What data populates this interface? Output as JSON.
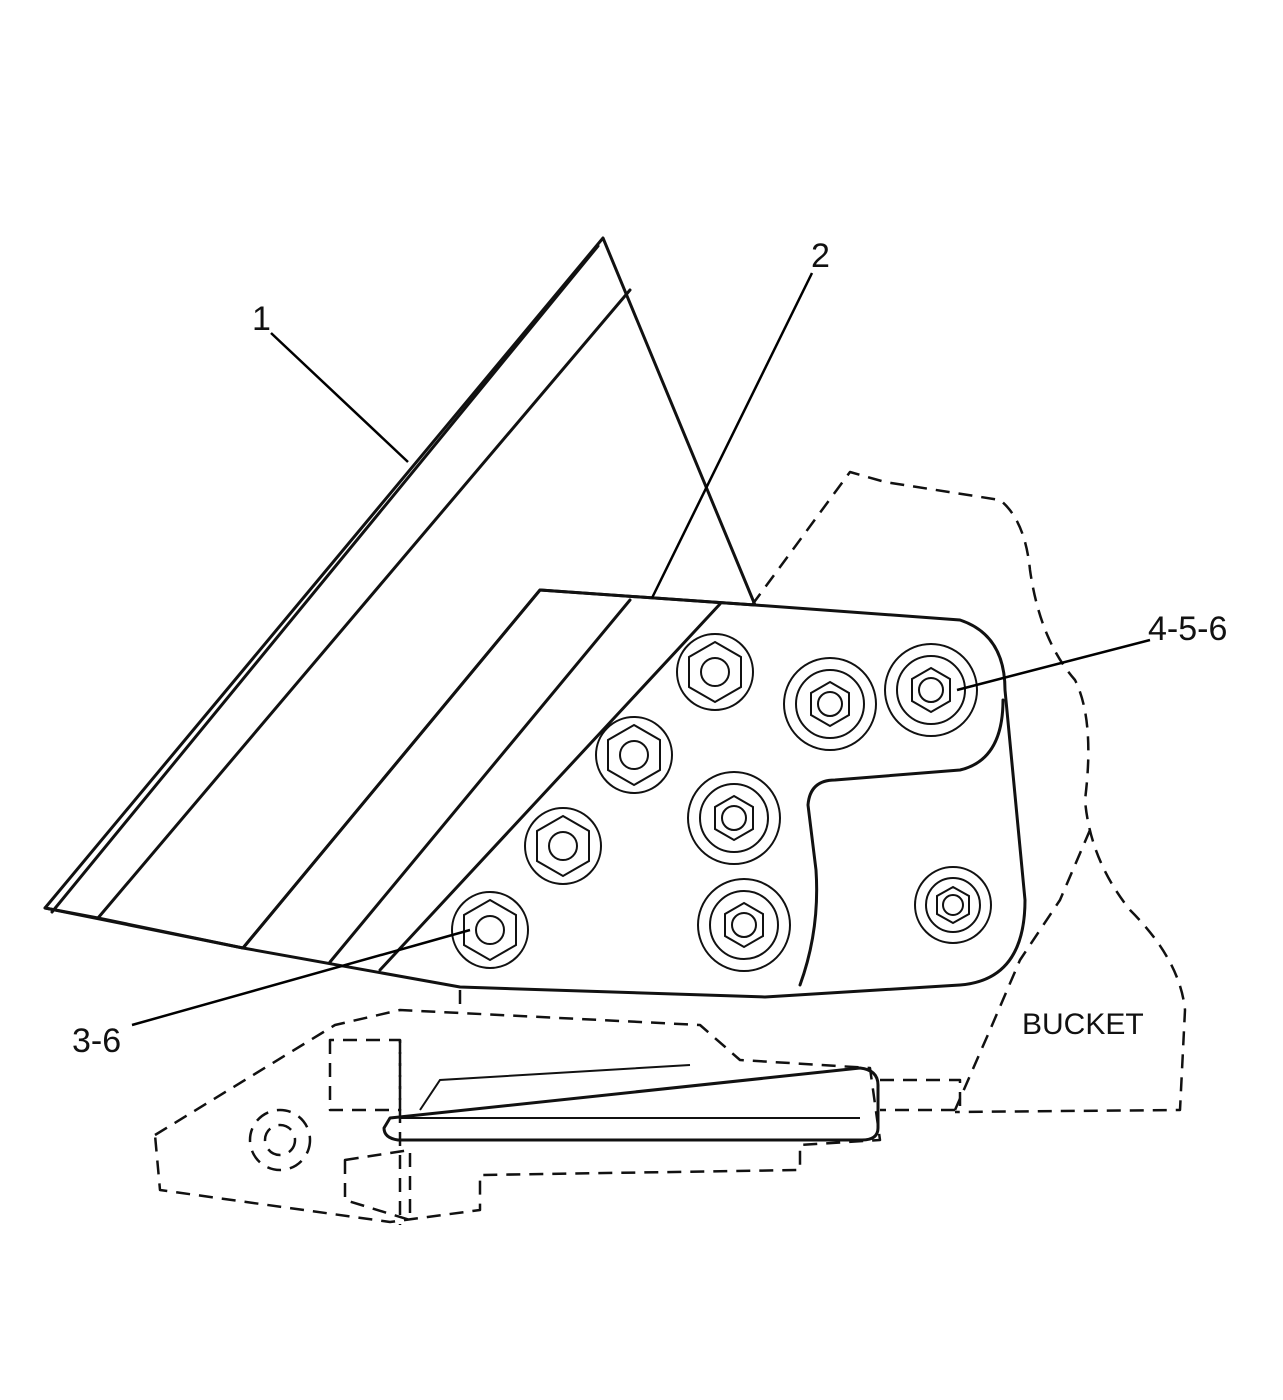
{
  "callouts": {
    "part_1": "1",
    "part_2": "2",
    "part_3_6": "3-6",
    "part_4_5_6": "4-5-6"
  },
  "labels": {
    "bucket": "BUCKET"
  },
  "colors": {
    "line": "#111111",
    "background": "#ffffff"
  }
}
